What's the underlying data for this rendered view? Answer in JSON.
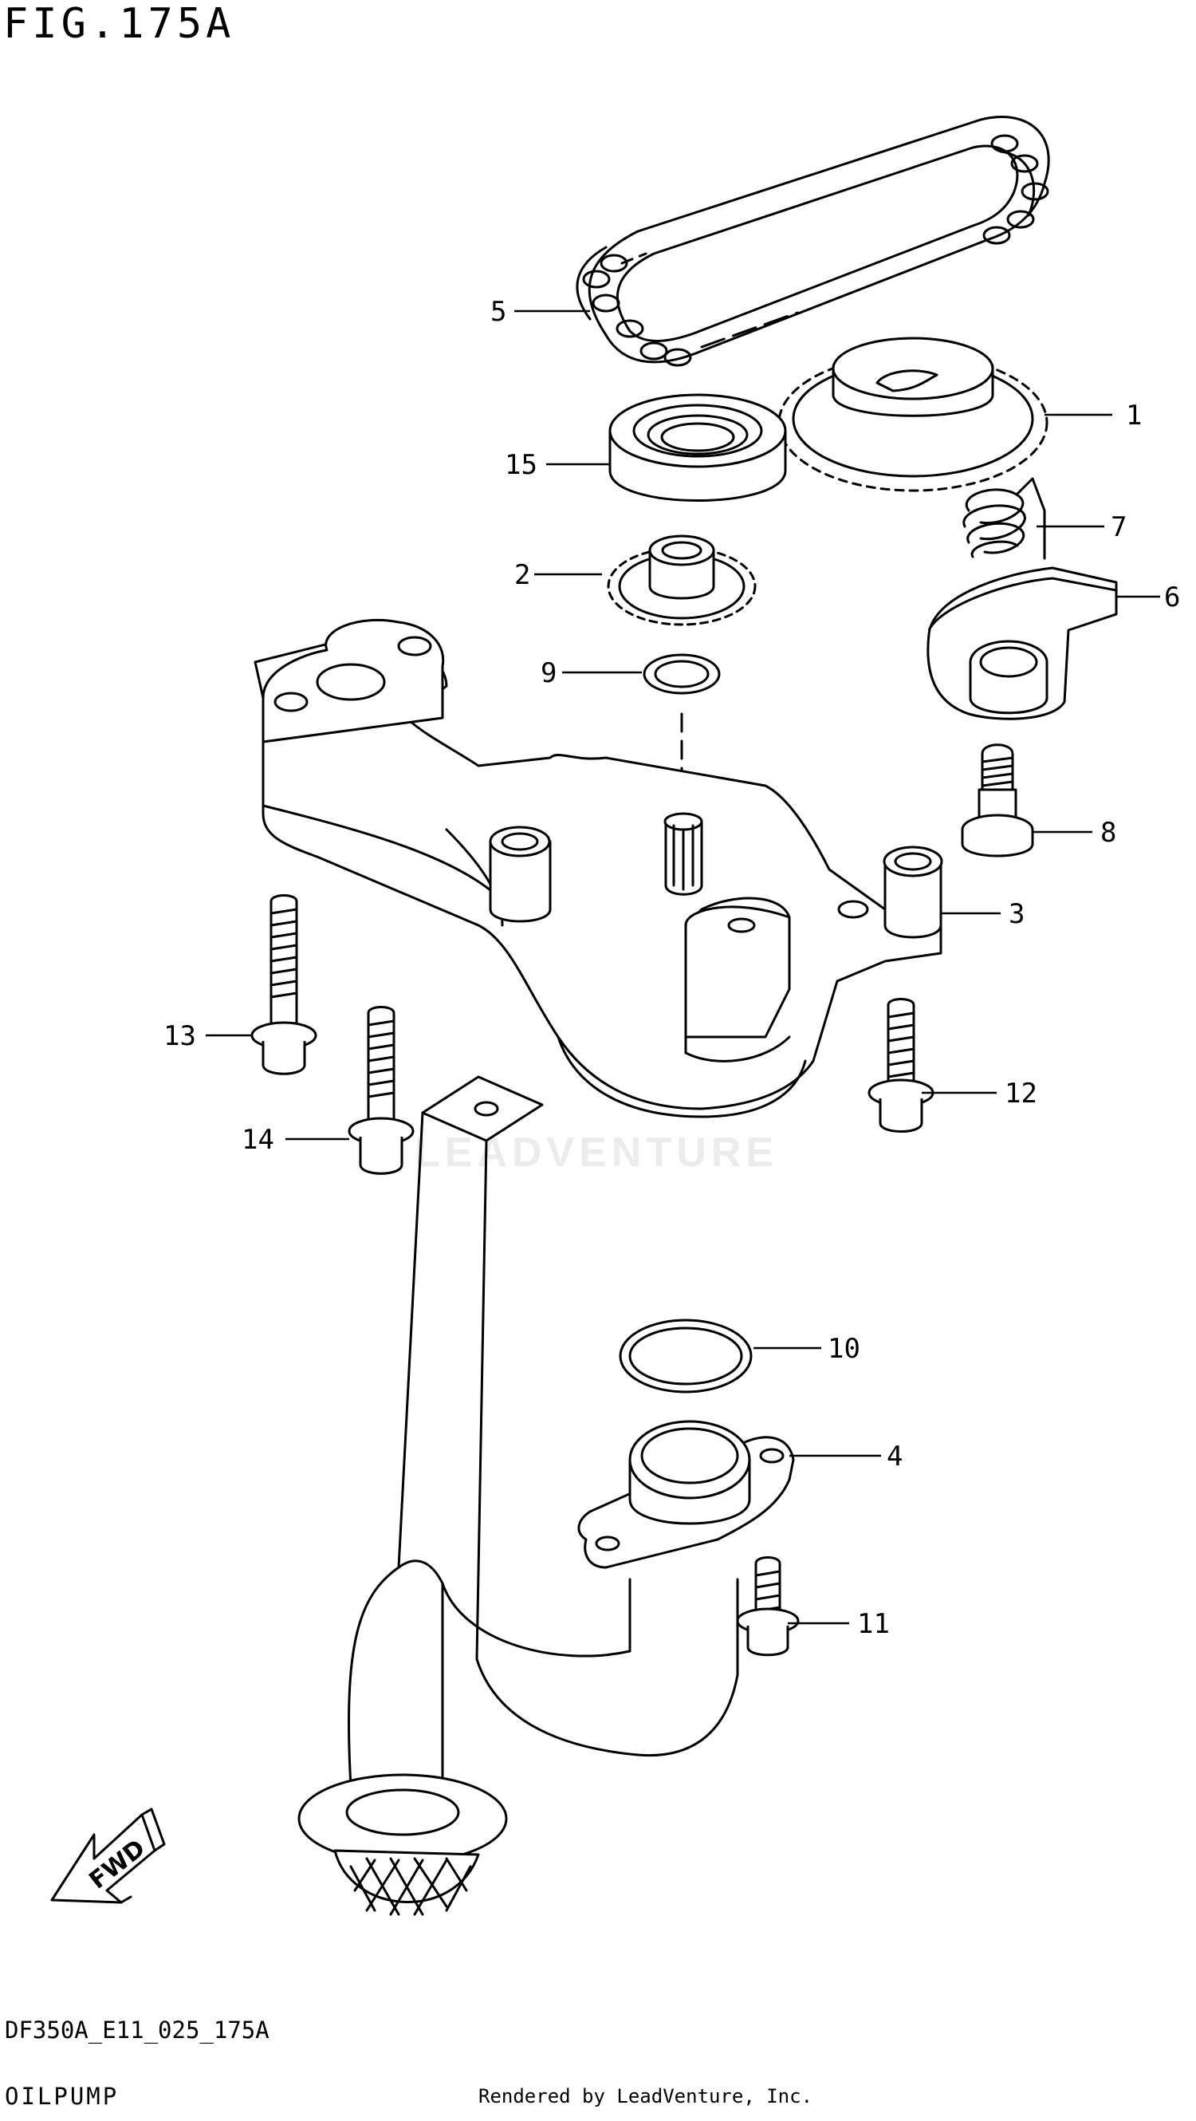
{
  "figure": {
    "title": "FIG.175A",
    "code": "DF350A_E11_025_175A",
    "name": "OILPUMP",
    "rendered_by": "Rendered by LeadVenture, Inc.",
    "watermark": "LEADVENTURE",
    "fwd_label": "FWD"
  },
  "callouts": [
    {
      "id": "c1",
      "label": "1"
    },
    {
      "id": "c2",
      "label": "2"
    },
    {
      "id": "c3",
      "label": "3"
    },
    {
      "id": "c4",
      "label": "4"
    },
    {
      "id": "c5",
      "label": "5"
    },
    {
      "id": "c6",
      "label": "6"
    },
    {
      "id": "c7",
      "label": "7"
    },
    {
      "id": "c8",
      "label": "8"
    },
    {
      "id": "c9",
      "label": "9"
    },
    {
      "id": "c10",
      "label": "10"
    },
    {
      "id": "c11",
      "label": "11"
    },
    {
      "id": "c12",
      "label": "12"
    },
    {
      "id": "c13",
      "label": "13"
    },
    {
      "id": "c14",
      "label": "14"
    },
    {
      "id": "c15",
      "label": "15"
    }
  ]
}
